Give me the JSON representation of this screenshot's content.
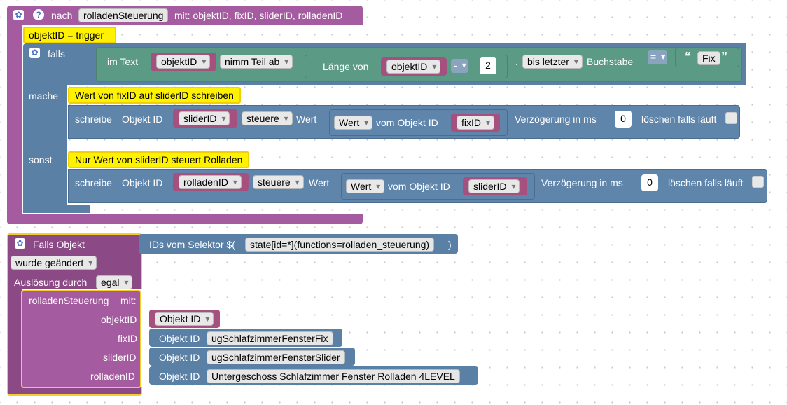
{
  "func": {
    "prefix": "nach",
    "name": "rolladenSteuerung",
    "params": "mit: objektID, fixID, sliderID, rolladenID",
    "assign": "objektID = trigger",
    "if_label": "falls",
    "do_label": "mache",
    "else_label": "sonst",
    "in_text": "im Text",
    "var_objektID": "objektID",
    "take_part": "nimm Teil ab",
    "length_of": "Länge von",
    "minus": "-",
    "num_2": "2",
    "dot": ".",
    "until_last": "bis letzter",
    "letter": "Buchstabe",
    "equals": "=",
    "quote_open": "“",
    "fix_text": "Fix",
    "quote_close": "”",
    "comment1": "Wert von fixID auf sliderID schreiben",
    "comment2": "Nur Wert von sliderID steuert Rolladen",
    "write": "schreibe",
    "object_id": "Objekt ID",
    "var_sliderID": "sliderID",
    "control": "steuere",
    "value": "Wert",
    "value_dd": "Wert",
    "from_object_id": "vom Objekt ID",
    "var_fixID": "fixID",
    "delay": "Verzögerung in ms",
    "delay_val": "0",
    "clear_running": "löschen falls läuft",
    "var_rolladenID": "rolladenID"
  },
  "trigger": {
    "title": "Falls Objekt",
    "changed": "wurde geändert",
    "trigger_by": "Auslösung durch",
    "any": "egal",
    "selector_prefix": "IDs vom Selektor $(",
    "selector": "state[id=*](functions=rolladen_steuerung)",
    "selector_suffix": ")",
    "call_name": "rolladenSteuerung",
    "call_with": "mit:",
    "arg1_label": "objektID",
    "arg1_value": "Objekt ID",
    "arg2_label": "fixID",
    "arg2_value": "ugSchlafzimmerFensterFix",
    "arg3_label": "sliderID",
    "arg3_value": "ugSchlafzimmerFensterSlider",
    "arg4_label": "rolladenID",
    "arg4_value": "Untergeschoss Schlafzimmer Fenster Rolladen 4LEVEL",
    "object_id": "Objekt ID"
  },
  "icons": {
    "settings": "gear-icon",
    "help": "question-icon"
  },
  "colors": {
    "function": "#a55b9f",
    "logic": "#5b80a5",
    "text": "#5b9a84",
    "variable": "#a5507e",
    "comment": "#fff200"
  }
}
